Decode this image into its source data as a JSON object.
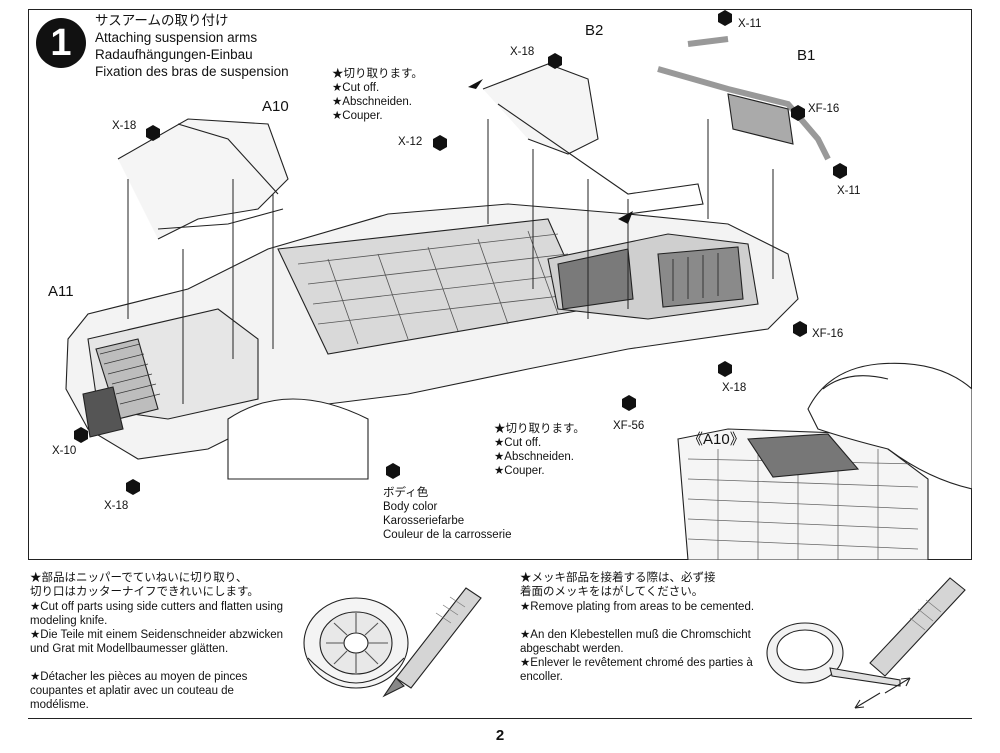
{
  "step": {
    "number": "1",
    "title_ja": "サスアームの取り付け",
    "title_en": "Attaching suspension arms",
    "title_de": "Radaufhängungen-Einbau",
    "title_fr": "Fixation des bras de suspension"
  },
  "parts": {
    "a10": "A10",
    "a11": "A11",
    "b1": "B1",
    "b2": "B2",
    "a10_detail": "《A10》"
  },
  "screws": {
    "x18_a": "X-18",
    "x18_b": "X-18",
    "x18_c": "X-18",
    "x18_d": "X-18",
    "x11_a": "X-11",
    "x11_b": "X-11",
    "x12": "X-12",
    "xf16_a": "XF-16",
    "xf16_b": "XF-16",
    "xf56": "XF-56",
    "x10": "X-10"
  },
  "cut_note_top": {
    "ja": "★切り取ります。",
    "en": "★Cut off.",
    "de": "★Abschneiden.",
    "fr": "★Couper."
  },
  "cut_note_bottom": {
    "ja": "★切り取ります。",
    "en": "★Cut off.",
    "de": "★Abschneiden.",
    "fr": "★Couper."
  },
  "body_color": {
    "ja": "ボディ色",
    "en": "Body color",
    "de": "Karosseriefarbe",
    "fr": "Couleur de la carrosserie"
  },
  "tip_left": {
    "ja1": "★部品はニッパーでていねいに切り取り、",
    "ja2": "切り口はカッターナイフできれいにします。",
    "en": "★Cut off parts using side cutters and flatten using modeling knife.",
    "de": "★Die Teile mit einem Seidenschneider abzwicken und Grat mit Modellbaumesser glätten.",
    "fr": "★Détacher les pièces au moyen de pinces coupantes et aplatir avec un couteau de modélisme."
  },
  "tip_right": {
    "ja1": "★メッキ部品を接着する際は、必ず接",
    "ja2": "着面のメッキをはがしてください。",
    "en": "★Remove plating from areas to be cemented.",
    "de": "★An den Klebestellen muß die Chromschicht abgeschabt werden.",
    "fr": "★Enlever le revêtement chromé des parties à encoller."
  },
  "page_number": "2"
}
